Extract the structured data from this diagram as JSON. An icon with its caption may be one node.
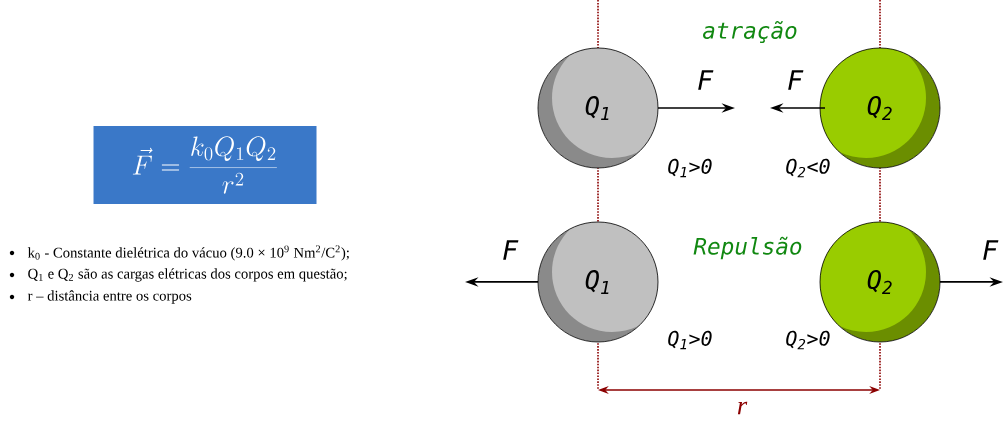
{
  "diagram": {
    "nodes": [
      {
        "text": [
          "\\vec{F} = \\frac{k_0 Q_1 Q_2}{r^2}"
        ]
      },
      {
        "text": [
          "Q$_{1}$"
        ],
        "beside": [
          "Q$_{1}$>0"
        ]
      },
      {
        "text": [
          "Q$_{2}$"
        ],
        "beside": [
          "Q$_{2}$<0"
        ]
      },
      {
        "text": [
          "Q$_{1}$"
        ],
        "beside": [
          "Q$_{1}$>0"
        ]
      },
      {
        "text": [
          "Q$_{2}$"
        ],
        "beside": [
          "Q$_{2}$>0"
        ]
      }
    ],
    "labels": [
      "atração",
      "F",
      "F",
      "Repulsão",
      "F",
      "F",
      "r",
      "k$_{0}$ - Constante dielétrica do vácuo (9.0 × 10$^{9}$ Nm$^{2}$/C$^{2}$);",
      "Q$_{1}$ e Q$_{2}$ são as cargas elétricas dos corpos em questão;",
      "r – distância entre os corpos"
    ]
  }
}
